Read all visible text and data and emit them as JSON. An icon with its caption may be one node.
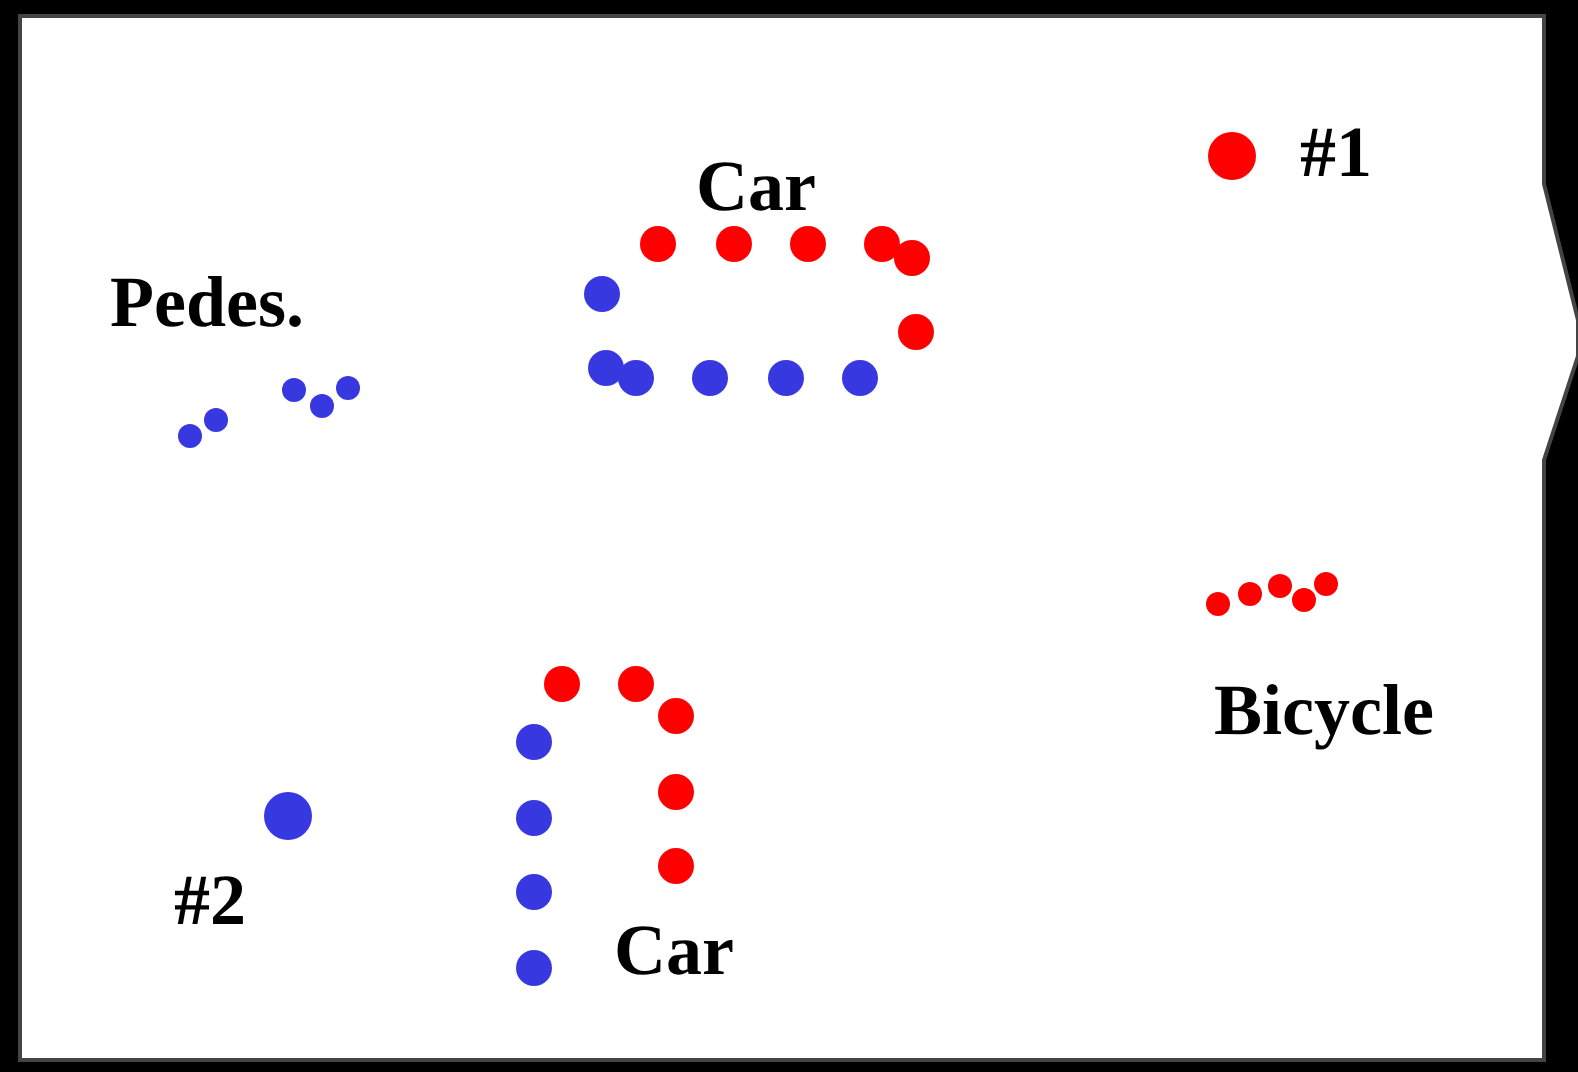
{
  "diagram": {
    "labels": [
      "Car",
      "Pedes.",
      "Bicycle",
      "Car"
    ],
    "legend": [
      {
        "text": "#1",
        "color": "#ff0000"
      },
      {
        "text": "#2",
        "color": "#3838e0"
      }
    ]
  }
}
